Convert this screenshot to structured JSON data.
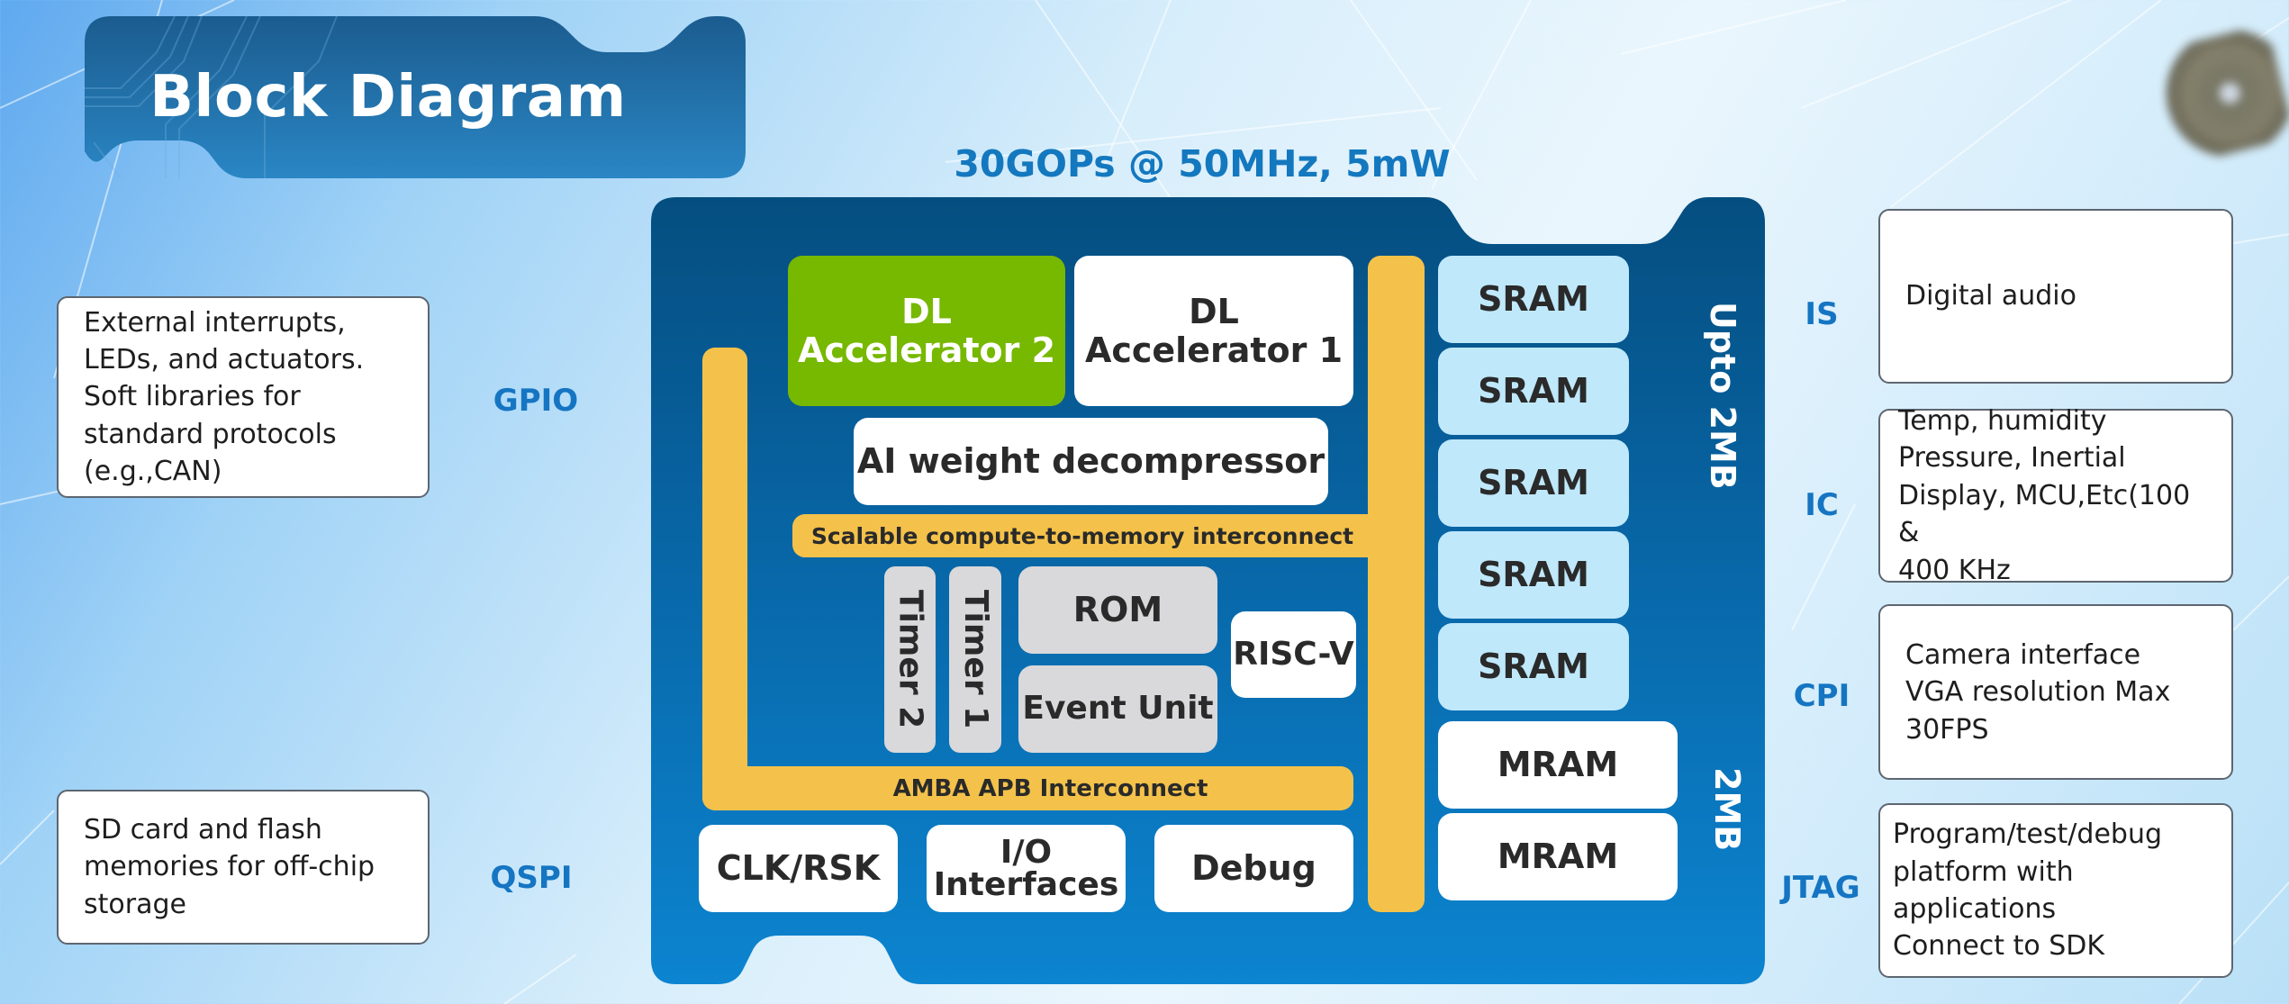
{
  "title": "Block Diagram",
  "subtitle": "30GOPs @ 50MHz, 5mW",
  "colors": {
    "chip_dark": "#064f82",
    "chip_light": "#0a80cc",
    "accent_green": "#77b800",
    "interconnect_yellow": "#f4c24a",
    "sram_blue": "#bfe8fb",
    "label_blue": "#1575c2"
  },
  "chip": {
    "accelerators": [
      {
        "line1": "DL",
        "line2": "Accelerator 2"
      },
      {
        "line1": "DL",
        "line2": "Accelerator 1"
      }
    ],
    "decompressor": "AI weight decompressor",
    "compute_interconnect": "Scalable compute-to-memory interconnect",
    "timers": [
      "Timer 2",
      "Timer 1"
    ],
    "rom": "ROM",
    "event_unit": "Event Unit",
    "cpu": "RISC-V",
    "apb_interconnect": "AMBA APB Interconnect",
    "peripherals": [
      {
        "line1": "CLK/RSK",
        "line2": ""
      },
      {
        "line1": "I/O",
        "line2": "Interfaces"
      },
      {
        "line1": "Debug",
        "line2": ""
      }
    ],
    "sram_blocks": [
      "SRAM",
      "SRAM",
      "SRAM",
      "SRAM",
      "SRAM"
    ],
    "sram_capacity": "Upto 2MB",
    "mram_blocks": [
      "MRAM",
      "MRAM"
    ],
    "mram_capacity": "2MB"
  },
  "left_interfaces": [
    {
      "label": "GPIO",
      "description": "External interrupts, LEDs, and actuators. Soft libraries for standard protocols (e.g.,CAN)"
    },
    {
      "label": "QSPI",
      "description": "SD card and flash memories for off-chip storage"
    }
  ],
  "right_interfaces": [
    {
      "label": "IS",
      "lines": [
        "Digital audio"
      ]
    },
    {
      "label": "IC",
      "lines": [
        "Temp, humidity",
        "Pressure, Inertial",
        "Display, MCU,Etc(100 &",
        "400 KHz"
      ]
    },
    {
      "label": "CPI",
      "lines": [
        "Camera interface",
        "VGA resolution Max",
        "30FPS"
      ]
    },
    {
      "label": "JTAG",
      "lines": [
        "Program/test/debug",
        "platform with applications",
        "Connect to SDK"
      ]
    }
  ]
}
